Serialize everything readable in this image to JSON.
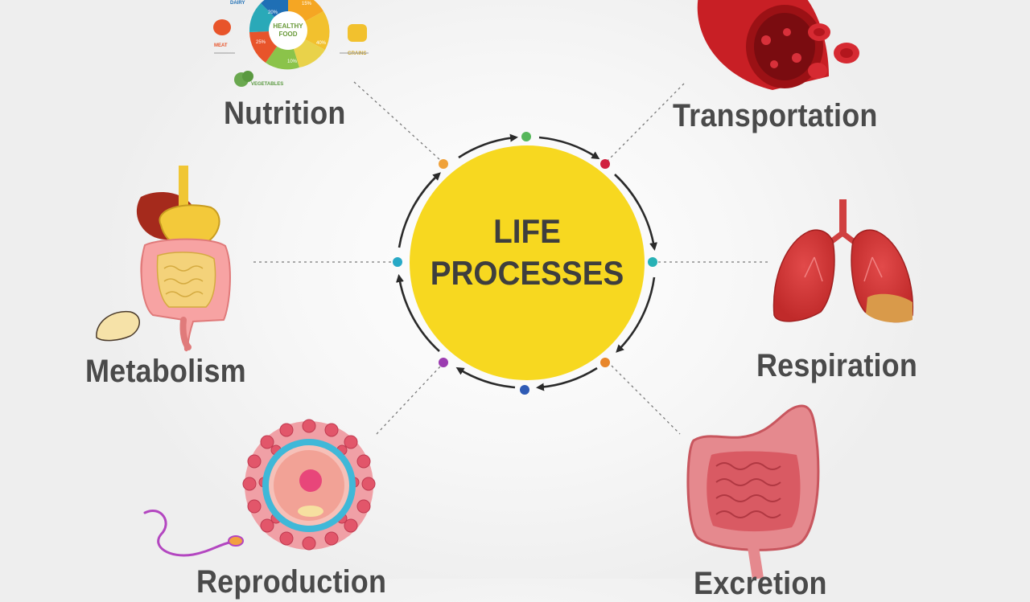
{
  "center": {
    "line1": "LIFE",
    "line2": "PROCESSES"
  },
  "processes": [
    {
      "label": "Nutrition"
    },
    {
      "label": "Transportation"
    },
    {
      "label": "Metabolism"
    },
    {
      "label": "Respiration"
    },
    {
      "label": "Reproduction"
    },
    {
      "label": "Excretion"
    }
  ],
  "food_wheel": {
    "center_label": "HEALTHY FOOD",
    "segments": [
      "DAIRY",
      "MEAT",
      "VEGETABLES",
      "GRAINS"
    ],
    "percents": [
      "20%",
      "15%",
      "25%",
      "40%",
      "10%"
    ]
  },
  "colors": {
    "center_circle": "#f7d820",
    "label_text": "#4a4a4a",
    "arrow": "#2a2a2a",
    "dots": [
      "#56b75b",
      "#d0213f",
      "#27b1b5",
      "#e8862a",
      "#2f5bb5",
      "#9b3bb0",
      "#28a9c6",
      "#f0a23a"
    ]
  }
}
